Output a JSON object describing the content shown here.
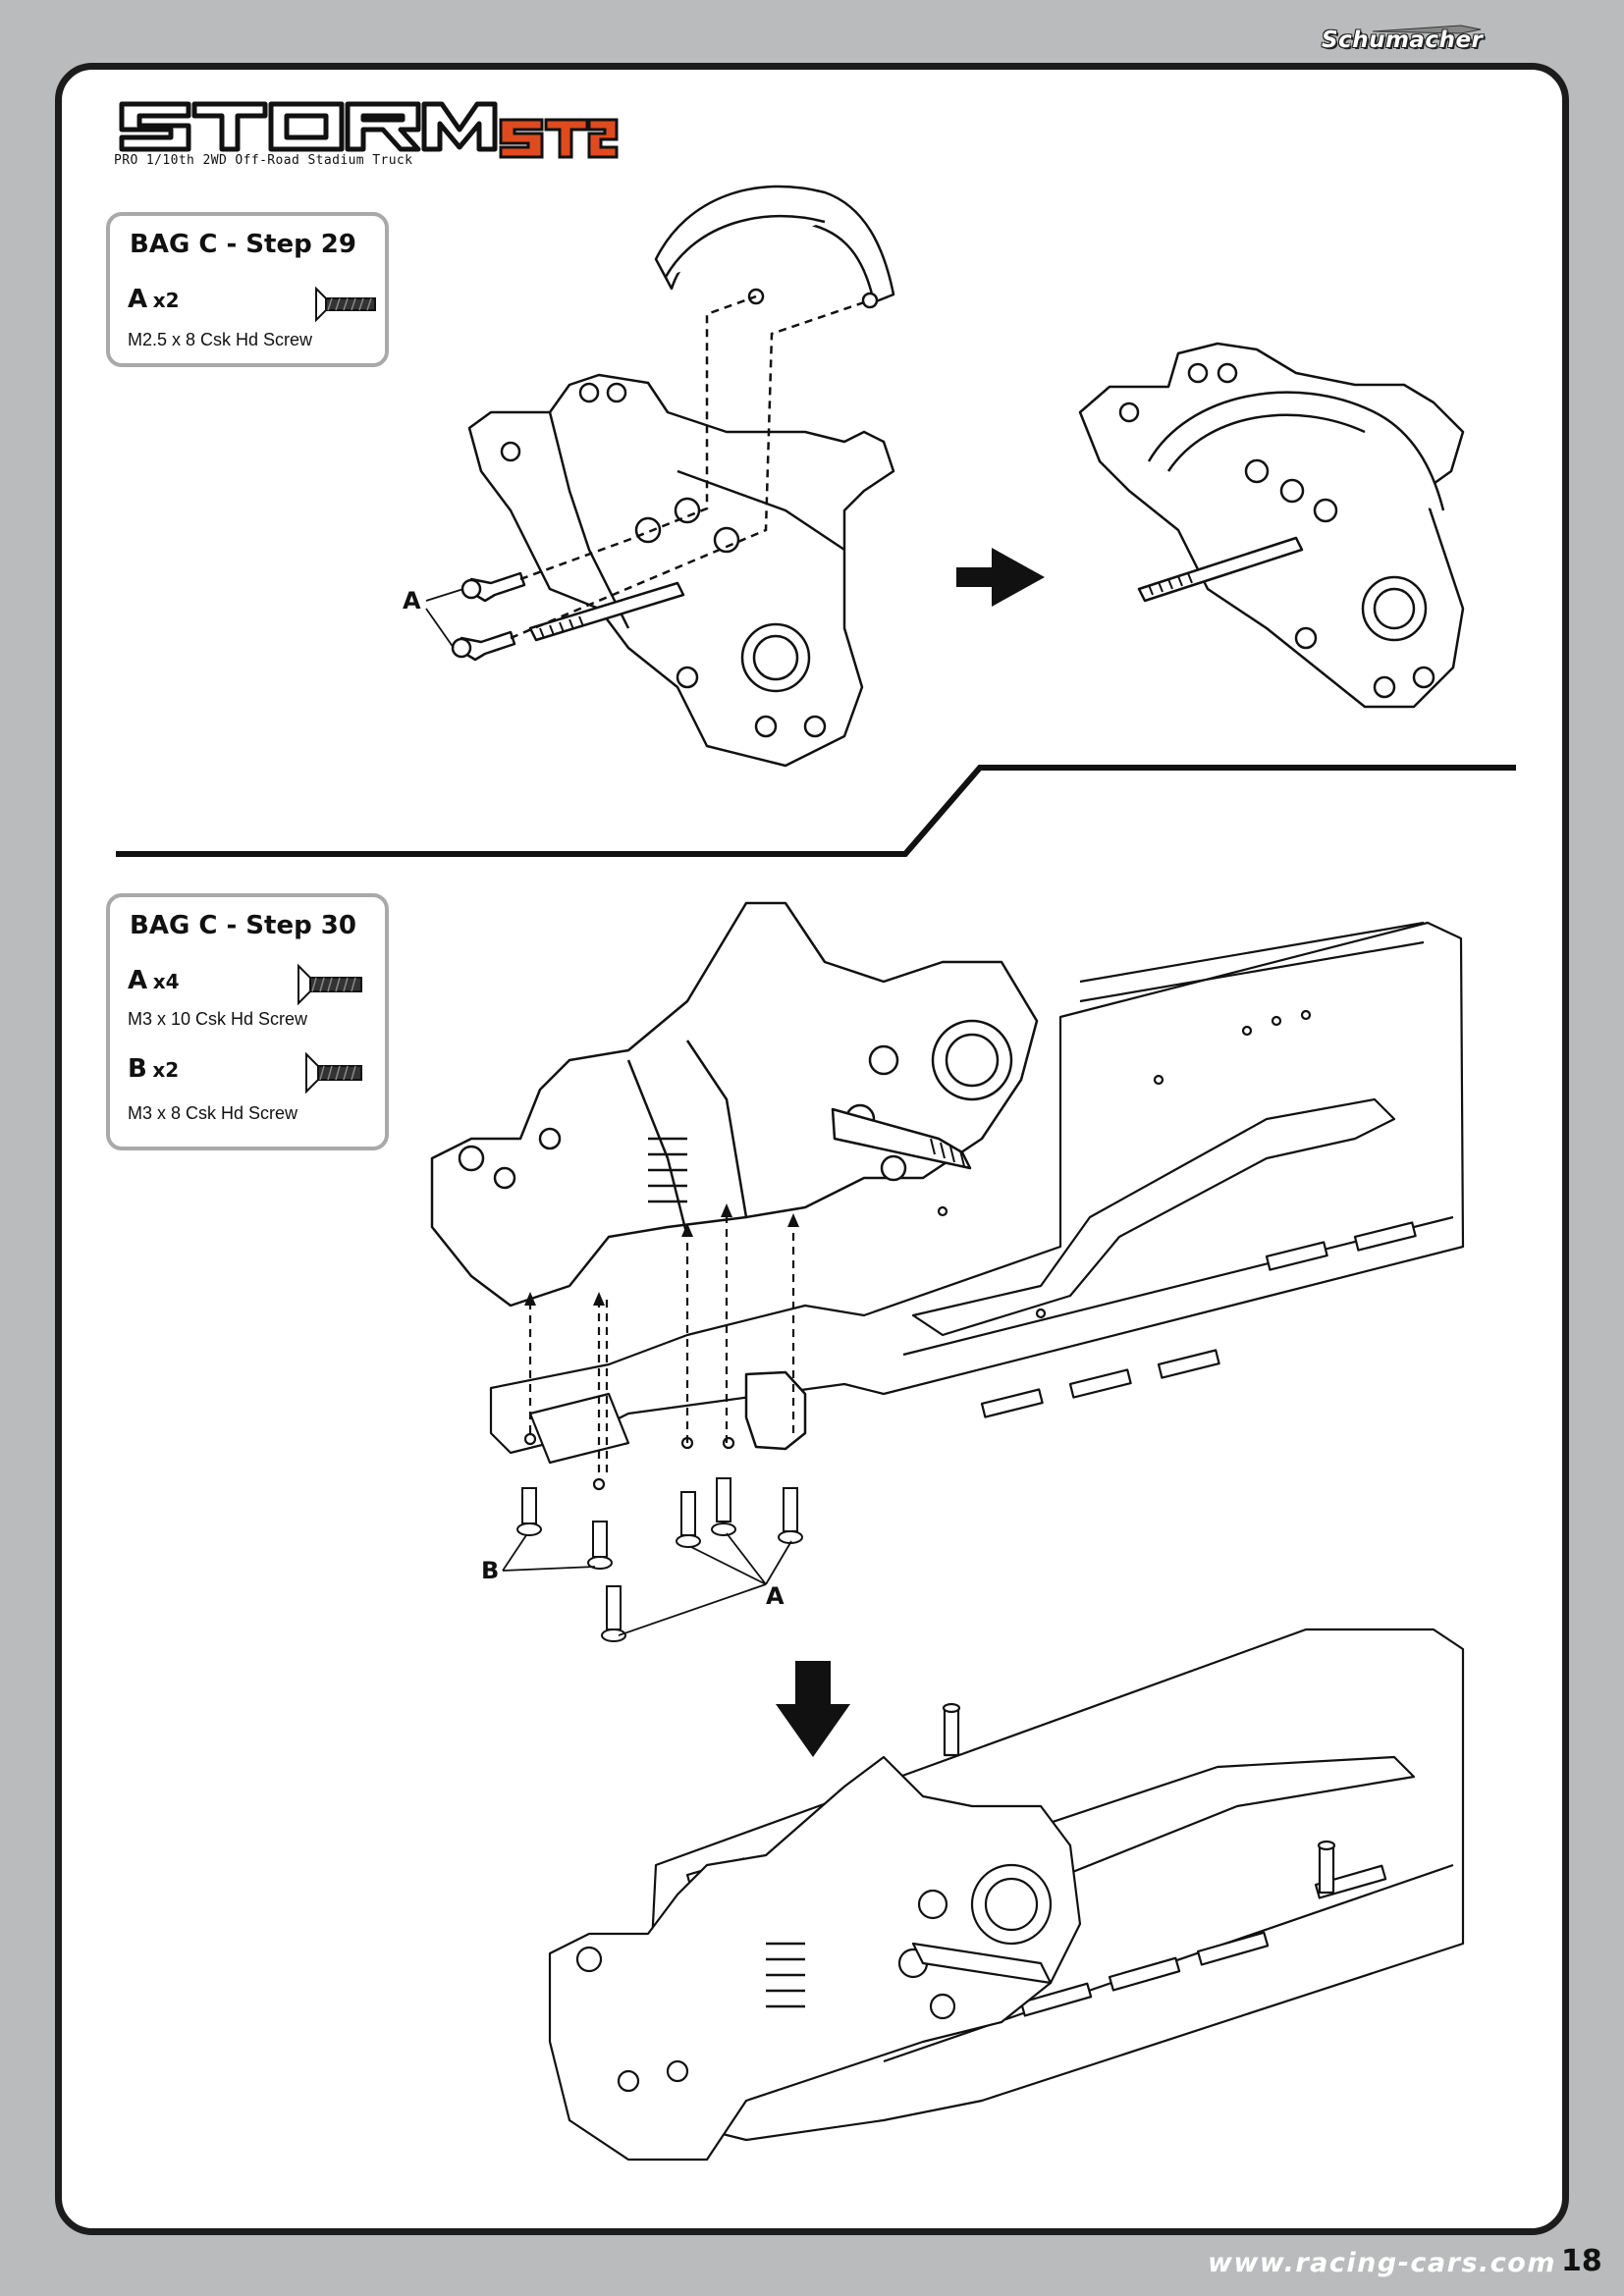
{
  "header": {
    "brand": "Schumacher",
    "logo_text": "STORM ST2",
    "subtitle": "PRO 1/10th 2WD Off-Road Stadium Truck"
  },
  "step29": {
    "title": "BAG C - Step 29",
    "parts": [
      {
        "letter": "A",
        "count": "x2",
        "description": "M2.5 x 8 Csk Hd Screw"
      }
    ],
    "callouts": [
      "A"
    ]
  },
  "step30": {
    "title": "BAG C - Step 30",
    "parts": [
      {
        "letter": "A",
        "count": "x4",
        "description": "M3 x 10 Csk Hd Screw"
      },
      {
        "letter": "B",
        "count": "x2",
        "description": "M3 x 8 Csk Hd Screw"
      }
    ],
    "callouts": [
      "B",
      "A"
    ]
  },
  "footer": {
    "website": "www.racing-cars.com",
    "page_number": "18"
  },
  "colors": {
    "background": "#b9bbbc",
    "frame": "#1c1c1c",
    "logo_accent": "#e04a1f",
    "box_border": "#a9a9a9"
  }
}
